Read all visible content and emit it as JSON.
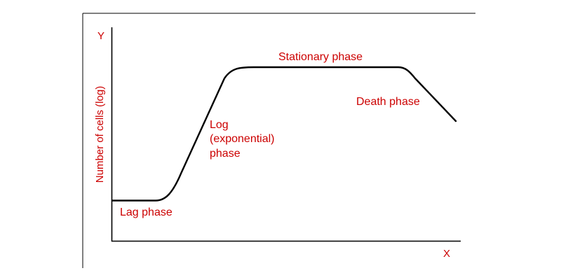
{
  "chart_data": {
    "type": "line",
    "xlabel": "X",
    "ylabel_letter": "Y",
    "ylabel": "Number of cells (log)",
    "grid": false,
    "legend": "none",
    "line_color": "#000000",
    "text_color": "#cc0000",
    "phases": [
      {
        "id": "lag",
        "lines": [
          "Lag phase"
        ]
      },
      {
        "id": "log",
        "lines": [
          "Log",
          "(exponential)",
          "phase"
        ]
      },
      {
        "id": "stationary",
        "lines": [
          "Stationary phase"
        ]
      },
      {
        "id": "death",
        "lines": [
          "Death phase"
        ]
      }
    ]
  }
}
